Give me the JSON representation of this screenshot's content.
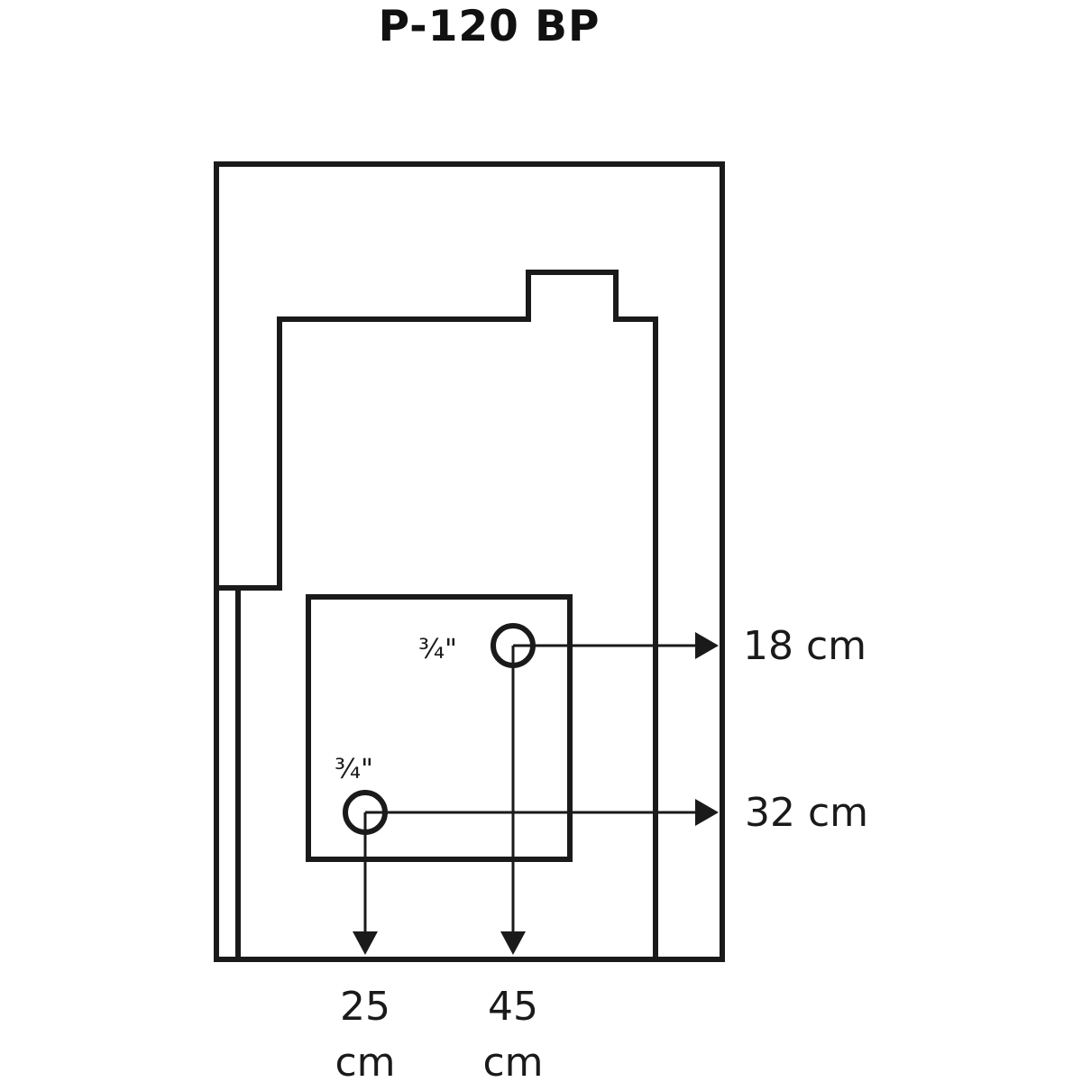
{
  "title": "P-120 BP",
  "connections": [
    {
      "size": "¾\"",
      "height_label": "18 cm",
      "offset_line1": "45",
      "offset_line2": "cm"
    },
    {
      "size": "¾\"",
      "height_label": "32 cm",
      "offset_line1": "25",
      "offset_line2": "cm"
    }
  ],
  "colors": {
    "line": "#1a1a1a",
    "background": "#ffffff"
  }
}
